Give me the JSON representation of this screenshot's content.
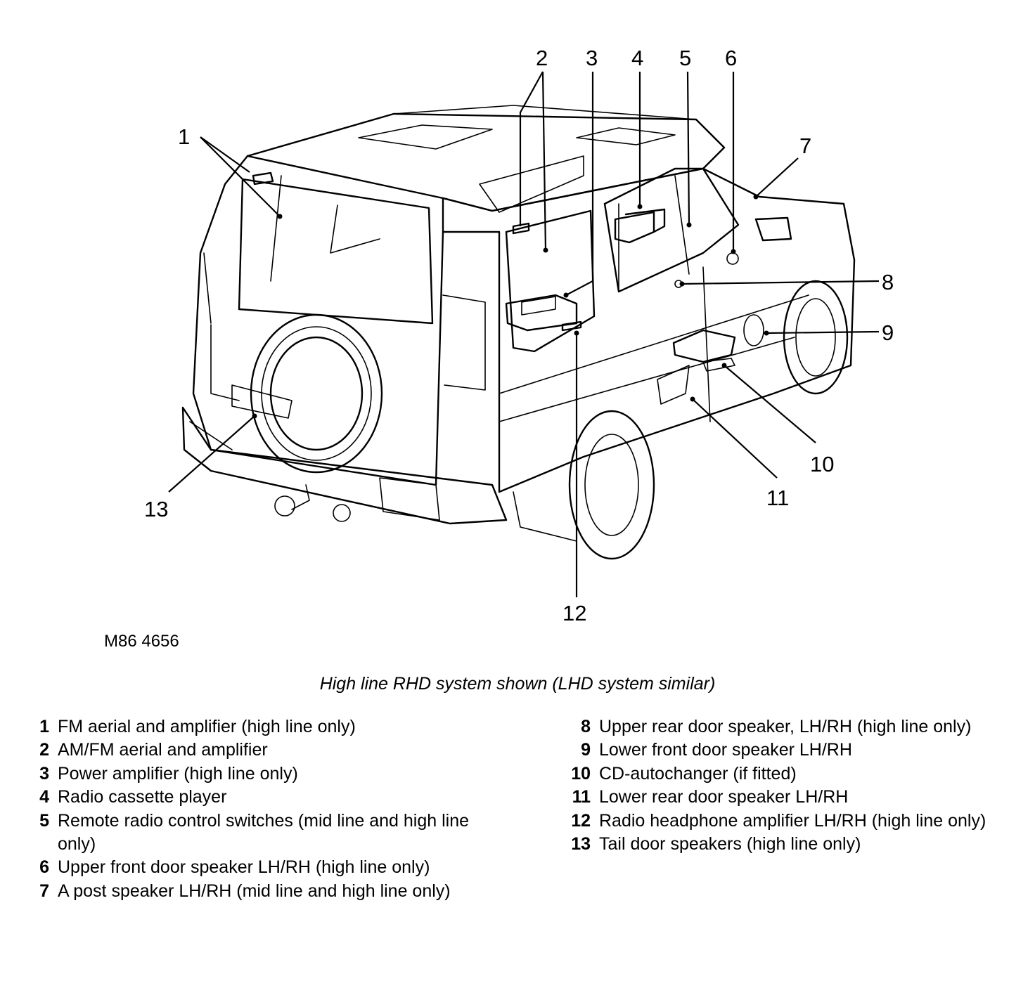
{
  "figure": {
    "reference": "M86 4656",
    "caption": "High line RHD system shown (LHD system similar)",
    "callouts": [
      "1",
      "2",
      "3",
      "4",
      "5",
      "6",
      "7",
      "8",
      "9",
      "10",
      "11",
      "12",
      "13"
    ]
  },
  "legend": {
    "left": [
      {
        "num": "1",
        "text": "FM aerial and amplifier (high line only)"
      },
      {
        "num": "2",
        "text": "AM/FM aerial and amplifier"
      },
      {
        "num": "3",
        "text": "Power amplifier (high line only)"
      },
      {
        "num": "4",
        "text": "Radio cassette player"
      },
      {
        "num": "5",
        "text": "Remote radio control switches (mid line and high line only)"
      },
      {
        "num": "6",
        "text": "Upper front door speaker LH/RH (high line only)"
      },
      {
        "num": "7",
        "text": "A post speaker LH/RH (mid line and high line only)"
      }
    ],
    "right": [
      {
        "num": "8",
        "text": "Upper rear door speaker,  LH/RH (high line only)"
      },
      {
        "num": "9",
        "text": "Lower front door speaker LH/RH"
      },
      {
        "num": "10",
        "text": "CD-autochanger (if fitted)"
      },
      {
        "num": "11",
        "text": "Lower rear door speaker LH/RH"
      },
      {
        "num": "12",
        "text": "Radio headphone amplifier LH/RH (high line only)"
      },
      {
        "num": "13",
        "text": "Tail door speakers (high line only)"
      }
    ]
  }
}
